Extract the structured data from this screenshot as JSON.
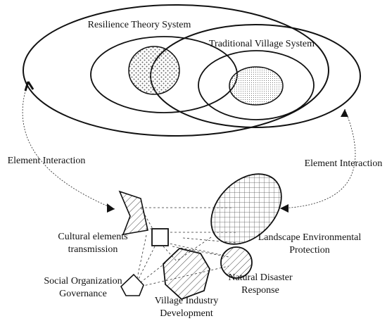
{
  "top": {
    "resilience_system": "Resilience Theory System",
    "village_system": "Traditional Village System"
  },
  "interaction": {
    "left_label": "Element Interaction",
    "right_label": "Element Interaction"
  },
  "elements": {
    "cultural": {
      "line1": "Cultural elements",
      "line2": "transmission"
    },
    "landscape": {
      "line1": "Landscape Environmental",
      "line2": "Protection"
    },
    "disaster": {
      "line1": "Natural Disaster",
      "line2": "Response"
    },
    "social": {
      "line1": "Social Organization",
      "line2": "Governance"
    },
    "industry": {
      "line1": "Village Industry",
      "line2": "Development"
    }
  },
  "colors": {
    "stroke": "#111111",
    "background": "#ffffff"
  }
}
